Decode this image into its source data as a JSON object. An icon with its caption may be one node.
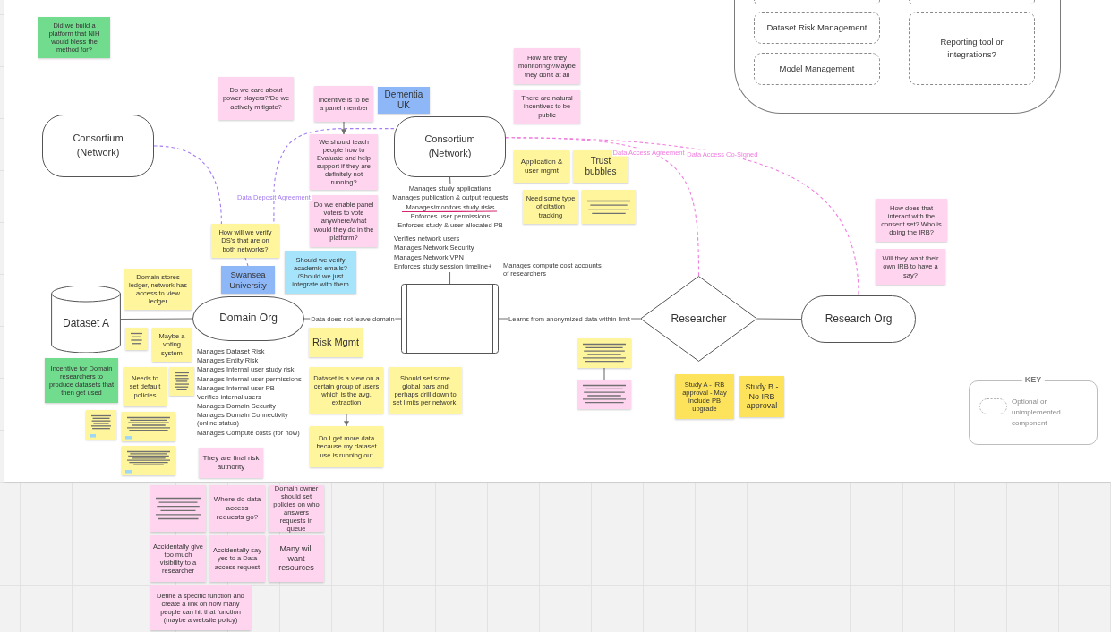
{
  "diagram": {
    "nodes": [
      {
        "text": [
          "Did we build a platform that NIH would bless the method for?"
        ]
      },
      {
        "text": [],
        "shape": "box"
      },
      {
        "text": [],
        "shape": "box",
        "in": 1
      },
      {
        "text": [],
        "shape": "box",
        "in": 1
      },
      {
        "text": [
          "Dataset Risk Management"
        ],
        "in": 1
      },
      {
        "text": [
          "Reporting tool or integrations?"
        ],
        "in": 1
      },
      {
        "text": [
          "Model Management"
        ],
        "in": 1
      },
      {
        "text": [
          "How are they monitoring?/Maybe they don't at all"
        ]
      },
      {
        "text": [
          "There are natural incentives to be public"
        ]
      },
      {
        "text": [
          "Do we care about power players?/Do we actively mitigate?"
        ]
      },
      {
        "text": [
          "Incentive is to be a panel member"
        ]
      },
      {
        "text": [
          "Dementia UK"
        ]
      },
      {
        "text": [
          "Consortium (Network)"
        ]
      },
      {
        "text": [
          "Consortium (Network)"
        ]
      },
      {
        "text": [
          "We should teach people how to Evaluate and help support if they are definitely not running?"
        ]
      },
      {
        "text": [
          "Application & user mgmt"
        ]
      },
      {
        "text": [
          "Trust bubbles"
        ]
      },
      {
        "text": [
          "Do we enable panel voters to vote anywhere/what would they do in the platform?"
        ]
      },
      {
        "text": [
          "Need some type of citation tracking"
        ]
      },
      {
        "text": [],
        "shape": "box"
      },
      {
        "text": [
          "Manages study applications",
          "Manages publication & output requests",
          "Manages/monitors study risks",
          "Enforces user permissions",
          "Enforces study & user allocated PB"
        ]
      },
      {
        "text": [
          "How will we verify DS's that are on both networks?"
        ]
      },
      {
        "text": [
          "Should we verify academic emails? /Should we just integrate with them"
        ]
      },
      {
        "text": [
          "How does that interact with the consent set? Who is doing the IRB?"
        ]
      },
      {
        "text": [
          "Verifies network users",
          "Manages Network Security",
          "Manages Network VPN",
          "Enforces study session timeline+"
        ]
      },
      {
        "text": [
          "Will they want their own IRB to have a say?"
        ]
      },
      {
        "text": [
          "Swansea University"
        ]
      },
      {
        "text": [
          "Dataset A"
        ]
      },
      {
        "text": [],
        "shape": "box",
        "beside": [
          "Manages compute cost accounts of researchers"
        ]
      },
      {
        "text": [
          "Researcher"
        ]
      },
      {
        "text": [
          "Domain Org"
        ],
        "beside": [
          "Manages Dataset Risk",
          "Manages Entity Risk",
          "Manages Internal user study risk",
          "Manages Internal user permissions",
          "Manages Internal user PB",
          "Verifies internal users",
          "Manages Domain Security",
          "Manages Domain Connectivity (online status)",
          "Manages Compute costs (for now)"
        ]
      },
      {
        "text": [
          "Research Org"
        ]
      },
      {
        "text": [
          "Domain stores ledger, network has access to view ledger"
        ]
      },
      {
        "text": [
          "Risk Mgmt"
        ]
      },
      {
        "text": [],
        "shape": "box"
      },
      {
        "text": [
          "Maybe a voting system"
        ]
      },
      {
        "text": [
          "Incentive for Domain researchers to produce datasets that then get used"
        ]
      },
      {
        "text": [],
        "shape": "box"
      },
      {
        "text": [
          "Needs to set default policies"
        ]
      },
      {
        "text": [],
        "shape": "box"
      },
      {
        "text": [
          "Dataset is a view on a certain group of users which is the avg. extraction"
        ]
      },
      {
        "text": [
          "Should set some global bars and perhaps drill down to set limits per network."
        ]
      },
      {
        "text": [],
        "shape": "box"
      },
      {
        "text": [
          "Study A - IRB approval - May include PB upgrade"
        ]
      },
      {
        "text": [
          "Study B - No IRB approval"
        ]
      },
      {
        "text": [],
        "shape": "box"
      },
      {
        "text": [],
        "shape": "box"
      },
      {
        "text": [
          "Do I get more data because my dataset use is running out"
        ]
      },
      {
        "text": [],
        "shape": "box"
      },
      {
        "text": [
          "They are final risk authority"
        ]
      },
      {
        "text": [],
        "shape": "box"
      },
      {
        "text": [
          "Where do data access requests go?"
        ]
      },
      {
        "text": [
          "Domain owner should set policies on who answers requests in queue"
        ]
      },
      {
        "text": [
          "Accidentally give too much visibility to a researcher"
        ]
      },
      {
        "text": [
          "Accidentally say yes to a Data access request"
        ]
      },
      {
        "text": [
          "Many will want resources"
        ]
      },
      {
        "text": [
          "Define a specific function and create a link on how many people can hit that function (maybe a website policy)"
        ]
      }
    ],
    "edges": [
      {
        "from": 12,
        "to": 21,
        "arrow": "none",
        "style": "dashed",
        "color": "#a57cf2"
      },
      {
        "from": 13,
        "to": 21,
        "arrow": "none",
        "style": "dashed",
        "color": "#a57cf2",
        "label": "Data Deposit Agreement"
      },
      {
        "from": 21,
        "to": 26,
        "arrow": "none",
        "style": "dashed",
        "color": "#a57cf2"
      },
      {
        "from": 10,
        "to": 14,
        "arrow": "to"
      },
      {
        "from": 27,
        "to": 30,
        "arrow": "none"
      },
      {
        "from": 30,
        "to": 28,
        "arrow": "none",
        "label": "Data does not leave domain"
      },
      {
        "from": 28,
        "to": 29,
        "arrow": "none",
        "label": "Learns from anonymized data within limit"
      },
      {
        "from": 29,
        "to": 31,
        "arrow": "none"
      },
      {
        "from": 13,
        "to": 20,
        "arrow": "none"
      },
      {
        "from": 24,
        "to": 28,
        "arrow": "none"
      },
      {
        "from": 13,
        "to": 29,
        "arrow": "none",
        "style": "dashed",
        "color": "#f07de0",
        "label": "Data Access Agreement"
      },
      {
        "from": 13,
        "to": 31,
        "arrow": "none",
        "style": "dashed",
        "color": "#f07de0",
        "label": "Data Access Co-Signed"
      },
      {
        "from": 40,
        "to": 47,
        "arrow": "to"
      },
      {
        "from": 37,
        "to": 42,
        "arrow": "none"
      }
    ],
    "labels": [
      "KEY"
    ],
    "legend": [
      {
        "text": "Optional or unimplemented component"
      }
    ]
  }
}
